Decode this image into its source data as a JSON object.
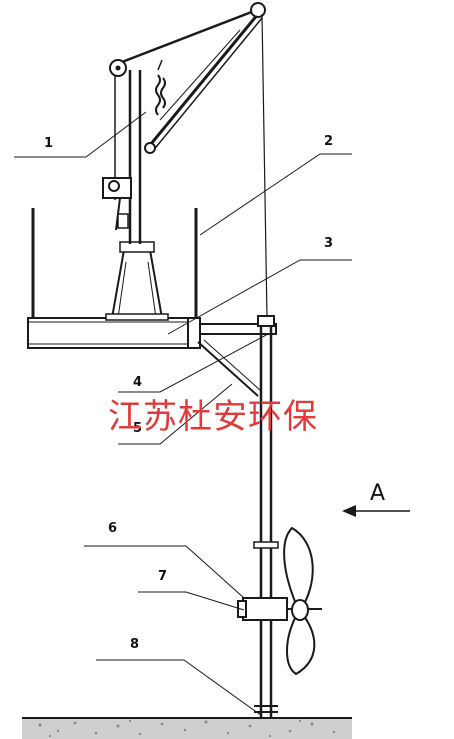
{
  "callouts": [
    "1",
    "2",
    "3",
    "4",
    "5",
    "6",
    "7",
    "8"
  ],
  "view_label": "A",
  "watermark": "江苏杜安环保"
}
